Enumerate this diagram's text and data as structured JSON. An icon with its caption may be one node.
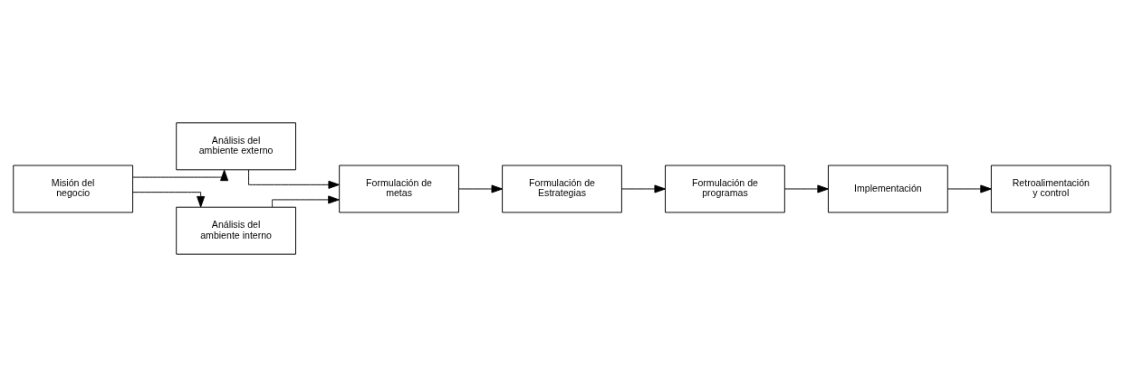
{
  "diagram": {
    "nodes": [
      {
        "text": [
          "Misión del negocio"
        ]
      },
      {
        "text": [
          "Análisis del ambiente externo"
        ]
      },
      {
        "text": [
          "Análisis del ambiente interno"
        ]
      },
      {
        "text": [
          "Formulación de metas"
        ]
      },
      {
        "text": [
          "Formulación de Estrategias"
        ]
      },
      {
        "text": [
          "Formulación de programas"
        ]
      },
      {
        "text": [
          "Implementación"
        ]
      },
      {
        "text": [
          "Retroalimentación y control"
        ]
      }
    ],
    "edges": [
      {
        "from": 0,
        "to": 1,
        "arrow": "to"
      },
      {
        "from": 0,
        "to": 2,
        "arrow": "to"
      },
      {
        "from": 1,
        "to": 3,
        "arrow": "to"
      },
      {
        "from": 2,
        "to": 3,
        "arrow": "to"
      },
      {
        "from": 3,
        "to": 4,
        "arrow": "to"
      },
      {
        "from": 4,
        "to": 5,
        "arrow": "to"
      },
      {
        "from": 5,
        "to": 6,
        "arrow": "to"
      },
      {
        "from": 6,
        "to": 7,
        "arrow": "to"
      }
    ]
  }
}
